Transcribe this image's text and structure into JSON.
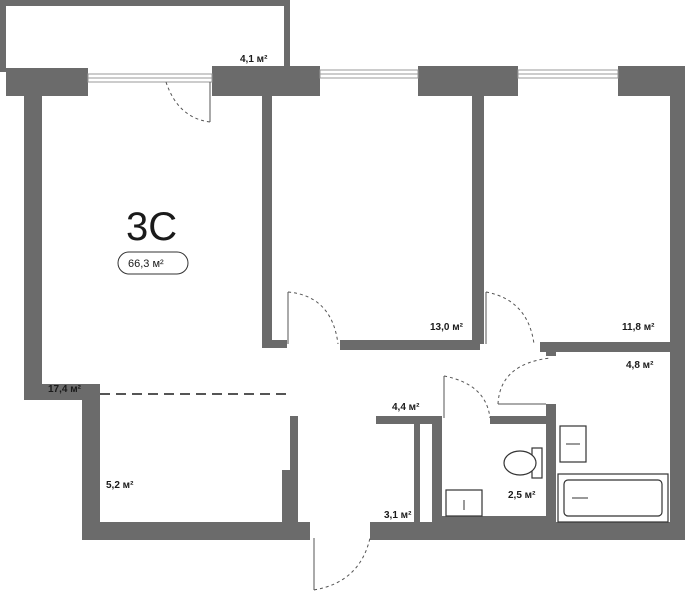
{
  "apartment": {
    "type_label": "3С",
    "total_area": "66,3 м²"
  },
  "rooms": {
    "balcony": "4,1 м²",
    "living": "17,4 м²",
    "bedroom1": "13,0 м²",
    "bedroom2": "11,8 м²",
    "kitchen": "5,2 м²",
    "hall": "4,4 м²",
    "corridor": "3,1 м²",
    "wc": "2,5 м²",
    "bath": "4,8 м²"
  }
}
